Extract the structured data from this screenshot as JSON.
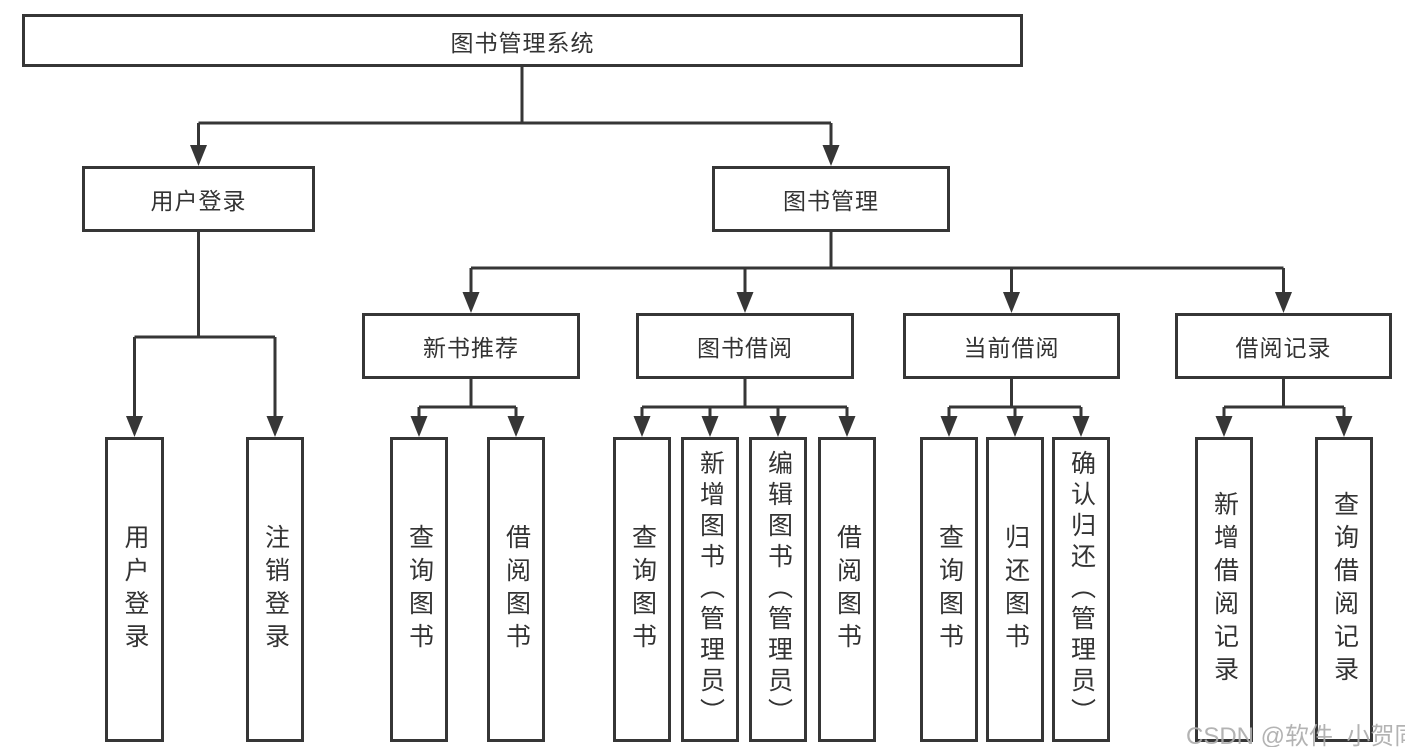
{
  "diagram": {
    "root": {
      "label": "图书管理系统"
    },
    "branches": [
      {
        "label": "用户登录",
        "children": [
          {
            "label": "用户登录"
          },
          {
            "label": "注销登录"
          }
        ]
      },
      {
        "label": "图书管理",
        "children": [
          {
            "label": "新书推荐",
            "children": [
              {
                "label": "查询图书"
              },
              {
                "label": "借阅图书"
              }
            ]
          },
          {
            "label": "图书借阅",
            "children": [
              {
                "label": "查询图书"
              },
              {
                "label": "新增图书（管理员）"
              },
              {
                "label": "编辑图书（管理员）"
              },
              {
                "label": "借阅图书"
              }
            ]
          },
          {
            "label": "当前借阅",
            "children": [
              {
                "label": "查询图书"
              },
              {
                "label": "归还图书"
              },
              {
                "label": "确认归还（管理员）"
              }
            ]
          },
          {
            "label": "借阅记录",
            "children": [
              {
                "label": "新增借阅记录"
              },
              {
                "label": "查询借阅记录"
              }
            ]
          }
        ]
      }
    ]
  },
  "watermark": {
    "text": "CSDN @软件_小贺同学"
  },
  "colors": {
    "line": "#363636",
    "box_border": "#363636",
    "text": "#333333",
    "background": "#ffffff",
    "watermark": "#acacac"
  }
}
